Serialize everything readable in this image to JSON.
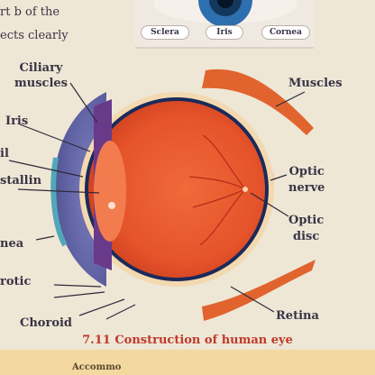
{
  "text_fragments": {
    "line1": "rt b of the",
    "line2": "ects clearly"
  },
  "inset": {
    "labels": [
      "Sclera",
      "Iris",
      "Cornea"
    ]
  },
  "diagram": {
    "labels": {
      "ciliary_muscles": "Ciliary\nmuscles",
      "iris": "Iris",
      "pupil_fragment": "il",
      "crystalline_fragment": "stallin",
      "cornea_fragment": "nea",
      "sclerotic_fragment": "rotic",
      "choroid": "Choroid",
      "muscles": "Muscles",
      "optic_nerve": "Optic\nnerve",
      "optic_disc": "Optic\ndisc",
      "retina": "Retina"
    }
  },
  "caption": "7.11 Construction of human eye",
  "bottom_fragment": "Accommo"
}
